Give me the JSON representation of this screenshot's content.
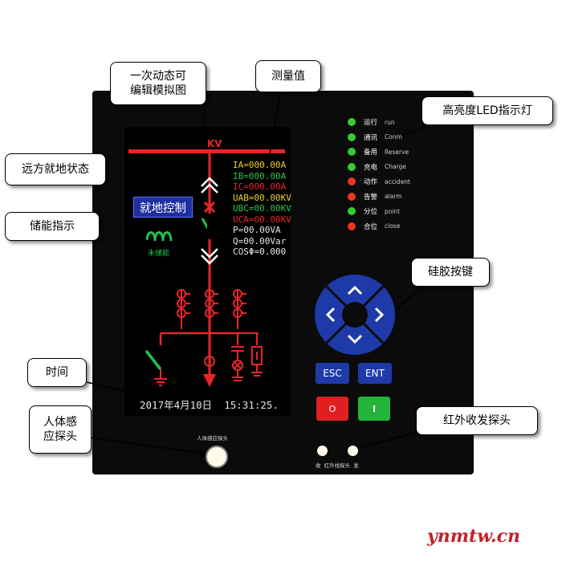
{
  "callouts": {
    "mimic": "一次动态可\n编辑模拟图",
    "measure": "测量值",
    "led": "高亮度LED指示灯",
    "remote_local": "远方就地状态",
    "storage": "储能指示",
    "keys": "硅胶按键",
    "time": "时间",
    "human": "人体感\n应探头",
    "ir": "红外收发探头"
  },
  "screen": {
    "bus_label": "KV",
    "mode_label": "就地控制",
    "storage_status": "未储能",
    "datetime": "2017年4月10日  15:31:25.",
    "measurements": [
      {
        "text": "IA=000.00A",
        "color": "#f0d12a"
      },
      {
        "text": "IB=000.00A",
        "color": "#2ec24a"
      },
      {
        "text": "IC=000.00A",
        "color": "#e8262a"
      },
      {
        "text": "UAB=00.00KV",
        "color": "#f0d12a"
      },
      {
        "text": "UBC=00.00KV",
        "color": "#2ec24a"
      },
      {
        "text": "UCA=00.00KV",
        "color": "#e8262a"
      },
      {
        "text": "P=00.00VA",
        "color": "#e6e6e6"
      },
      {
        "text": "Q=00.00Var",
        "color": "#e6e6e6"
      },
      {
        "text": "COSΦ=0.000",
        "color": "#e6e6e6"
      }
    ]
  },
  "leds": [
    {
      "cn": "运行",
      "en": "run",
      "color": "#33cc33"
    },
    {
      "cn": "通讯",
      "en": "Conm",
      "color": "#33cc33"
    },
    {
      "cn": "备用",
      "en": "Reserve",
      "color": "#33cc33"
    },
    {
      "cn": "充电",
      "en": "Charge",
      "color": "#33cc33"
    },
    {
      "cn": "动作",
      "en": "accident",
      "color": "#ee3322"
    },
    {
      "cn": "告警",
      "en": "alarm",
      "color": "#ee3322"
    },
    {
      "cn": "分位",
      "en": "point",
      "color": "#33cc33"
    },
    {
      "cn": "合位",
      "en": "close",
      "color": "#ee3322"
    }
  ],
  "keys": {
    "esc": "ESC",
    "ent": "ENT",
    "open": "O",
    "close": "I",
    "up_icon": "chevron-up-icon",
    "down_icon": "chevron-down-icon",
    "left_icon": "chevron-left-icon",
    "right_icon": "chevron-right-icon"
  },
  "probes": {
    "human_label": "人体感应探头",
    "ir_label": "收  红外线探头  发"
  },
  "watermark": "ynmtw.cn",
  "colors": {
    "bus_red": "#e8262a",
    "key_blue": "#1e3aa8",
    "open_red": "#e02020",
    "close_green": "#22b53a"
  }
}
